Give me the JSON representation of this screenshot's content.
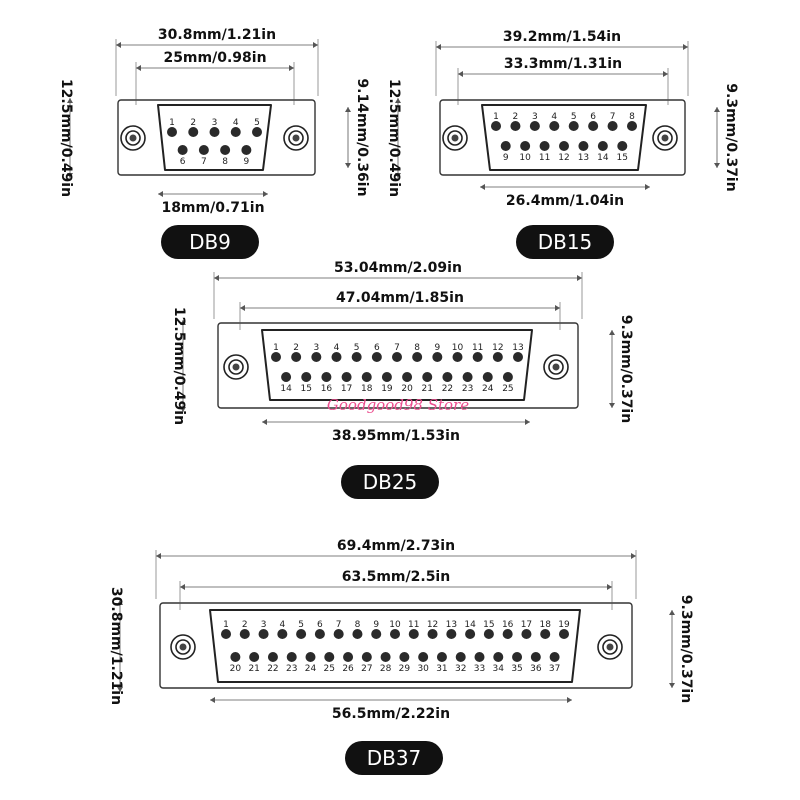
{
  "watermark": "Goodgood98 Store",
  "connectors": [
    {
      "id": "db9",
      "name": "DB9",
      "dims": {
        "overall": "30.8mm/1.21in",
        "shell": "25mm/0.98in",
        "shell_bottom": "18mm/0.71in",
        "height_left": "12.5mm/0.49in",
        "height_right": "9.14mm/0.36in"
      },
      "rows": [
        [
          "1",
          "2",
          "3",
          "4",
          "5"
        ],
        [
          "6",
          "7",
          "8",
          "9"
        ]
      ]
    },
    {
      "id": "db15",
      "name": "DB15",
      "dims": {
        "overall": "39.2mm/1.54in",
        "shell": "33.3mm/1.31in",
        "shell_bottom": "26.4mm/1.04in",
        "height_left": "12.5mm/0.49in",
        "height_right": "9.3mm/0.37in"
      },
      "rows": [
        [
          "1",
          "2",
          "3",
          "4",
          "5",
          "6",
          "7",
          "8"
        ],
        [
          "9",
          "10",
          "11",
          "12",
          "13",
          "14",
          "15"
        ]
      ]
    },
    {
      "id": "db25",
      "name": "DB25",
      "dims": {
        "overall": "53.04mm/2.09in",
        "shell": "47.04mm/1.85in",
        "shell_bottom": "38.95mm/1.53in",
        "height_left": "12.5mm/0.49in",
        "height_right": "9.3mm/0.37in"
      },
      "rows": [
        [
          "1",
          "2",
          "3",
          "4",
          "5",
          "6",
          "7",
          "8",
          "9",
          "10",
          "11",
          "12",
          "13"
        ],
        [
          "14",
          "15",
          "16",
          "17",
          "18",
          "19",
          "20",
          "21",
          "22",
          "23",
          "24",
          "25"
        ]
      ]
    },
    {
      "id": "db37",
      "name": "DB37",
      "dims": {
        "overall": "69.4mm/2.73in",
        "shell": "63.5mm/2.5in",
        "shell_bottom": "56.5mm/2.22in",
        "height_left": "30.8mm/1.21in",
        "height_right": "9.3mm/0.37in"
      },
      "rows": [
        [
          "1",
          "2",
          "3",
          "4",
          "5",
          "6",
          "7",
          "8",
          "9",
          "10",
          "11",
          "12",
          "13",
          "14",
          "15",
          "16",
          "17",
          "18",
          "19"
        ],
        [
          "20",
          "21",
          "22",
          "23",
          "24",
          "25",
          "26",
          "27",
          "28",
          "29",
          "30",
          "31",
          "32",
          "33",
          "34",
          "35",
          "36",
          "37"
        ]
      ]
    }
  ]
}
